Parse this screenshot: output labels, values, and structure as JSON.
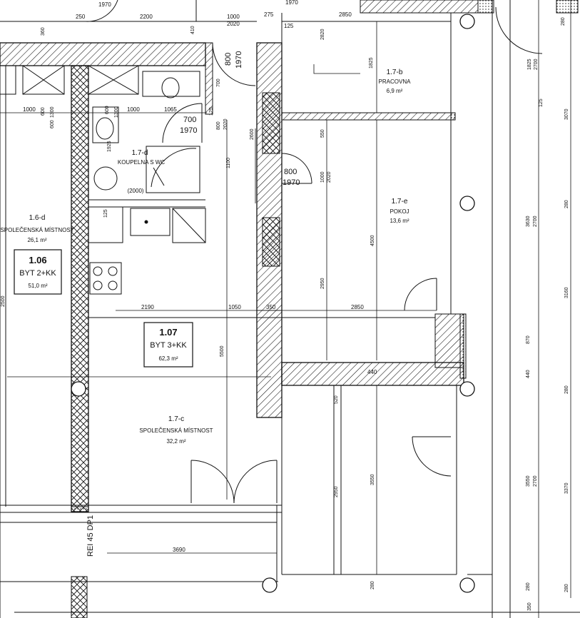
{
  "rooms": {
    "r17b": {
      "code": "1.7-b",
      "name": "PRACOVNA",
      "area": "6,9 m²"
    },
    "r17e": {
      "code": "1.7-e",
      "name": "POKOJ",
      "area": "13,6 m²"
    },
    "r17d": {
      "code": "1.7-d",
      "name": "KOUPELNA S WC",
      "extra": "(2000)"
    },
    "r16d": {
      "code": "1.6-d",
      "name": "SPOLEČENSKÁ MÍSTNOST",
      "area": "26,1 m²"
    },
    "r17c": {
      "code": "1.7-c",
      "name": "SPOLEČENSKÁ MÍSTNOST",
      "area": "32,2 m²"
    }
  },
  "units": {
    "u106": {
      "code": "1.06",
      "type": "BYT 2+KK",
      "area": "51,0 m²"
    },
    "u107": {
      "code": "1.07",
      "type": "BYT 3+KK",
      "area": "62,3 m²"
    }
  },
  "fire": {
    "label": "REI 45 DP1"
  },
  "dims_h": {
    "d1970a": "1970",
    "d250": "250",
    "d2200": "2200",
    "d1000": "1000",
    "d2020": "2020",
    "d275": "275",
    "d1970b": "1970",
    "d2850top": "2850",
    "d125": "125",
    "d1000b": "1000",
    "d1065": "1065",
    "d700": "700",
    "d1970c": "1970",
    "d800": "800",
    "d1970d": "1970",
    "d2190": "2190",
    "d1050": "1050",
    "d350": "350",
    "d2850": "2850",
    "d440": "440",
    "d3690": "3690"
  },
  "dims_v": {
    "v360": "360",
    "v410": "410",
    "v800": "800",
    "v1970": "1970",
    "v2820": "2820",
    "v1825": "1825",
    "v550": "550",
    "v1000": "1000",
    "v2020": "2020",
    "v4500": "4500",
    "v2950": "2950",
    "v5500": "5500",
    "v1100": "1100",
    "v2600": "2600",
    "v520": "520",
    "v2950b": "2950",
    "v3550": "3550",
    "v280": "280",
    "v600": "600",
    "v1300": "1300",
    "v1925": "1925",
    "v125": "125",
    "v2500": "2500",
    "v700": "700",
    "v800b": "800",
    "v2020b": "2020",
    "rc280a": "280",
    "rc1825": "1825",
    "rc2700a": "2700",
    "rc125": "125",
    "rc3070": "3070",
    "rc280b": "280",
    "rc3630": "3630",
    "rc2700b": "2700",
    "rc3160": "3160",
    "rc870": "870",
    "rc440": "440",
    "rc280c": "280",
    "rc3550": "3550",
    "rc2700c": "2700",
    "rc3370": "3370",
    "rc280d": "280",
    "rc280e": "280",
    "rc350": "350"
  },
  "colors": {
    "line": "#111111",
    "paper": "#ffffff"
  }
}
